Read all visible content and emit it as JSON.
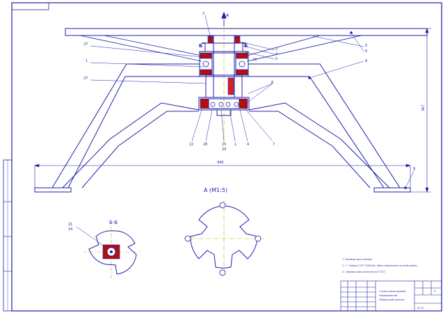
{
  "drawing": {
    "view_a_label": "A (M1:5)",
    "section_label": "Б-Б",
    "arrow_view_letter": "A",
    "cut_letter_left": "Б",
    "cut_letter_right": "Б",
    "dim_height": "367",
    "dim_width": "940",
    "callouts_left": [
      "27",
      "1",
      "27"
    ],
    "callouts_top": [
      "2",
      "3",
      "4",
      "5"
    ],
    "callouts_right": [
      "5",
      "6",
      "8"
    ],
    "callouts_mid": [
      "23",
      "8"
    ],
    "callouts_bottom": [
      "22",
      "28",
      "25",
      "29",
      "1",
      "4",
      "7"
    ],
    "callout_foot": "9",
    "section_callouts": [
      "21",
      "24"
    ]
  },
  "notes": [
    "1. Размеры для справок.",
    "2. * - Сварка ГОСТ 5264-80. Швы спиральные по всей длине.",
    "3. Сварные швы качества по ГОСТ."
  ],
  "title_block": {
    "name_lines": [
      "Стенд планетарный",
      "передвижной",
      "Сборочный чертеж"
    ],
    "sheet": "1",
    "scale": "М 1:5"
  },
  "colors": {
    "line": "#1f1fa8",
    "paper": "#ffffff",
    "hatch": "#b01010",
    "center": "#c8a400",
    "red": "#d42020"
  }
}
